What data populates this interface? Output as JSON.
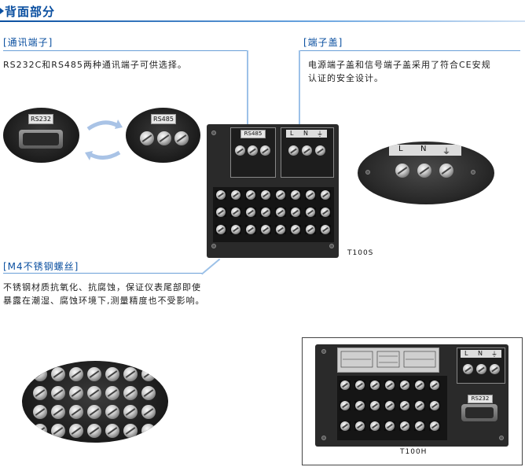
{
  "header": {
    "title": "背面部分"
  },
  "comm": {
    "title": "[通讯端子]",
    "desc": "RS232C和RS485两种通讯端子可供选择。",
    "label_a": "RS232",
    "label_b": "RS485"
  },
  "cover": {
    "title": "[端子盖]",
    "desc_line1": "电源端子盖和信号端子盖采用了符合CE安规",
    "desc_line2": "认证的安全设计。",
    "lbl_l": "L",
    "lbl_n": "N",
    "lbl_g": "⏚"
  },
  "screw": {
    "title": "[M4不锈钢螺丝]",
    "desc_line1": "不锈钢材质抗氧化、抗腐蚀，保证仪表尾部即使",
    "desc_line2": "暴露在潮湿、腐蚀环境下,测量精度也不受影响。"
  },
  "device_s": {
    "caption": "T100S",
    "comm_label": "RS485",
    "lbl_l": "L",
    "lbl_n": "N",
    "lbl_g": "⏚"
  },
  "device_h": {
    "caption": "T100H",
    "comm_label": "RS232",
    "lbl_l": "L",
    "lbl_n": "N",
    "lbl_g": "⏚"
  }
}
